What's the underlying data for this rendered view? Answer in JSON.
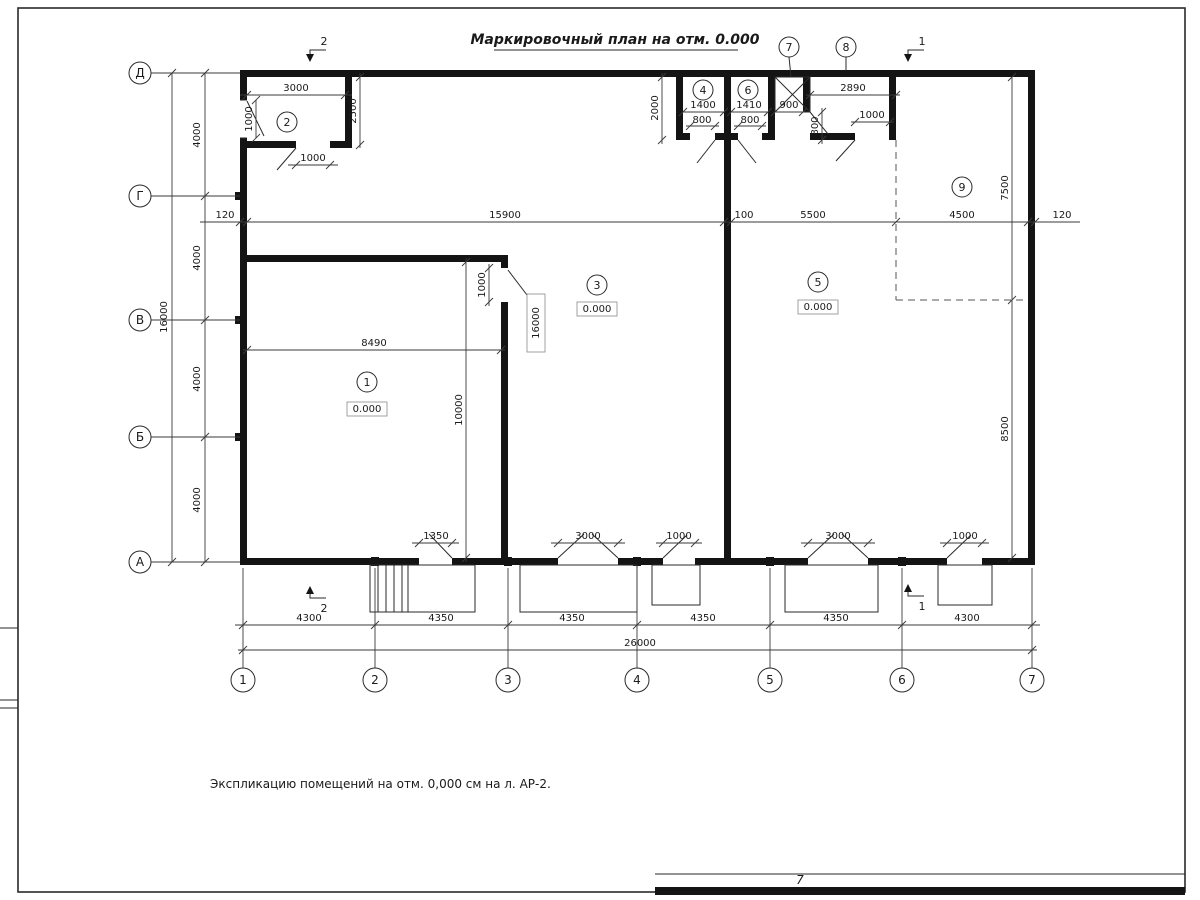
{
  "sheet": {
    "title": "Маркировочный план на отм. 0.000",
    "note": "Экспликацию помещений на отм. 0,000 см на л. АР-2.",
    "stamp_mark": "7"
  },
  "axes": {
    "rows": [
      "Д",
      "Г",
      "В",
      "Б",
      "А"
    ],
    "cols": [
      "1",
      "2",
      "3",
      "4",
      "5",
      "6",
      "7"
    ]
  },
  "sections": {
    "s1": "1",
    "s2": "2"
  },
  "rooms": {
    "r1": {
      "num": "1",
      "elev": "0.000"
    },
    "r2": {
      "num": "2"
    },
    "r3": {
      "num": "3",
      "elev": "0.000"
    },
    "r4": {
      "num": "4"
    },
    "r5": {
      "num": "5",
      "elev": "0.000"
    },
    "r6": {
      "num": "6"
    },
    "r7": {
      "num": "7"
    },
    "r8": {
      "num": "8"
    },
    "r9": {
      "num": "9"
    }
  },
  "dims": {
    "left": {
      "seg": [
        "4000",
        "4000",
        "4000",
        "4000"
      ],
      "total": "16000"
    },
    "bottom": {
      "seg": [
        "4300",
        "4350",
        "4350",
        "4350",
        "4350",
        "4300"
      ],
      "total": "26000"
    },
    "mid": [
      "120",
      "15900",
      "100",
      "5500",
      "4500",
      "120"
    ],
    "room2": {
      "w": "3000",
      "h": "2500",
      "win": "1000",
      "door": "1000"
    },
    "top": {
      "h": "2000",
      "w4": "1400",
      "d4": "800",
      "w6": "1410",
      "d6": "800",
      "w7": "900",
      "d7": "800",
      "w8": "2890",
      "d8": "1000"
    },
    "right": {
      "a": "7500",
      "b": "8500"
    },
    "room1": {
      "w": "8490",
      "h": "10000",
      "door": "1000",
      "boxed": "16000"
    },
    "doors": [
      "1350",
      "3000",
      "1000",
      "3000",
      "1000"
    ]
  }
}
